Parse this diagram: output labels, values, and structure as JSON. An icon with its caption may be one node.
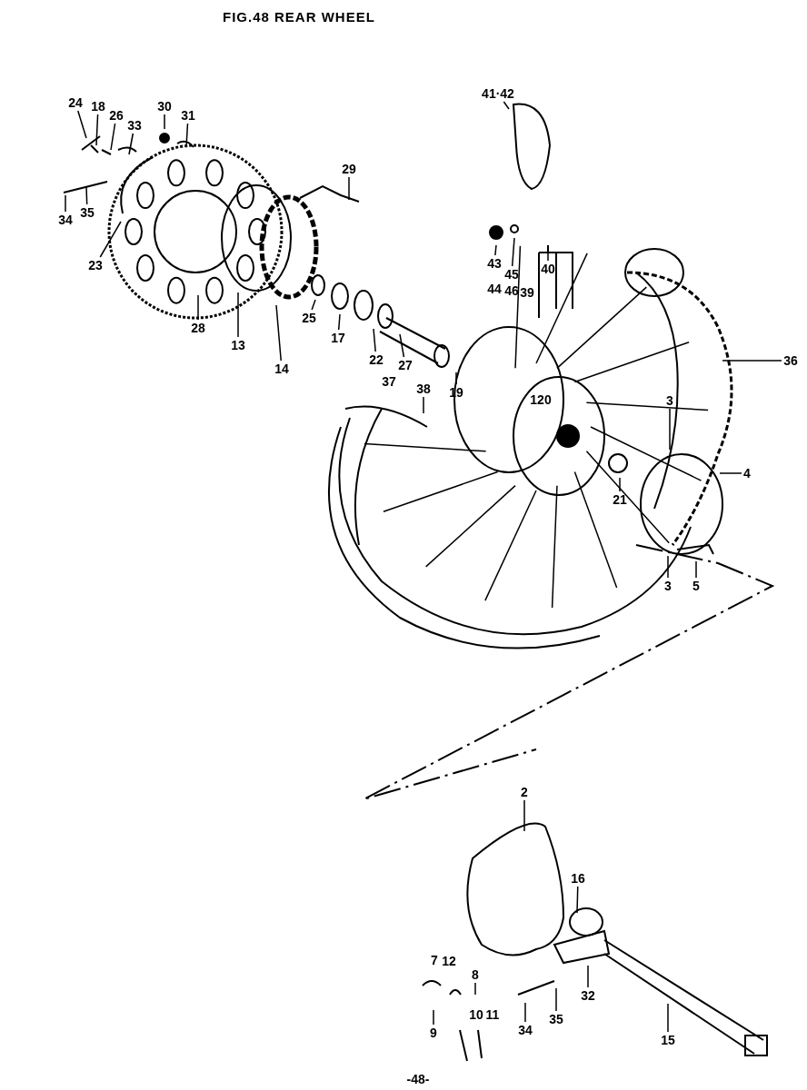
{
  "diagram": {
    "title": "FIG.48 REAR WHEEL",
    "nodes": [
      {
        "text": [
          "24"
        ]
      },
      {
        "text": [
          "18"
        ]
      },
      {
        "text": [
          "26"
        ]
      },
      {
        "text": [
          "33"
        ]
      },
      {
        "text": [
          "30"
        ]
      },
      {
        "text": [
          "31"
        ]
      },
      {
        "text": [
          "29"
        ]
      },
      {
        "text": [
          "34"
        ]
      },
      {
        "text": [
          "35"
        ]
      },
      {
        "text": [
          "23"
        ]
      },
      {
        "text": [
          "28"
        ]
      },
      {
        "text": [
          "13"
        ]
      },
      {
        "text": [
          "14"
        ]
      },
      {
        "text": [
          "25"
        ]
      },
      {
        "text": [
          "17"
        ]
      },
      {
        "text": [
          "22"
        ]
      },
      {
        "text": [
          "27"
        ]
      },
      {
        "text": [
          "19"
        ]
      },
      {
        "text": [
          "37"
        ]
      },
      {
        "text": [
          "38"
        ]
      },
      {
        "text": [
          "41·42"
        ]
      },
      {
        "text": [
          "43"
        ]
      },
      {
        "text": [
          "44"
        ]
      },
      {
        "text": [
          "45"
        ]
      },
      {
        "text": [
          "46"
        ]
      },
      {
        "text": [
          "40"
        ]
      },
      {
        "text": [
          "39"
        ]
      },
      {
        "text": [
          "120"
        ]
      },
      {
        "text": [
          "36"
        ]
      },
      {
        "text": [
          "3"
        ]
      },
      {
        "text": [
          "4"
        ]
      },
      {
        "text": [
          "21"
        ]
      },
      {
        "text": [
          "3"
        ]
      },
      {
        "text": [
          "5"
        ]
      },
      {
        "text": [
          "2"
        ]
      },
      {
        "text": [
          "16"
        ]
      },
      {
        "text": [
          "7"
        ]
      },
      {
        "text": [
          "12"
        ]
      },
      {
        "text": [
          "8"
        ]
      },
      {
        "text": [
          "9"
        ]
      },
      {
        "text": [
          "10"
        ]
      },
      {
        "text": [
          "11"
        ]
      },
      {
        "text": [
          "34"
        ]
      },
      {
        "text": [
          "35"
        ]
      },
      {
        "text": [
          "32"
        ]
      },
      {
        "text": [
          "15"
        ]
      }
    ],
    "edges": [
      {
        "from": 0,
        "to": null,
        "arrow": "none"
      },
      {
        "from": 1,
        "to": null,
        "arrow": "none"
      },
      {
        "from": 2,
        "to": null,
        "arrow": "none"
      },
      {
        "from": 3,
        "to": null,
        "arrow": "none"
      },
      {
        "from": 4,
        "to": null,
        "arrow": "none"
      },
      {
        "from": 5,
        "to": null,
        "arrow": "none"
      },
      {
        "from": 6,
        "to": null,
        "arrow": "none"
      },
      {
        "from": 7,
        "to": null,
        "arrow": "none"
      },
      {
        "from": 8,
        "to": null,
        "arrow": "none"
      },
      {
        "from": 9,
        "to": null,
        "arrow": "none"
      },
      {
        "from": 10,
        "to": null,
        "arrow": "none"
      },
      {
        "from": 11,
        "to": null,
        "arrow": "none"
      },
      {
        "from": 12,
        "to": null,
        "arrow": "none"
      },
      {
        "from": 13,
        "to": null,
        "arrow": "none"
      },
      {
        "from": 14,
        "to": null,
        "arrow": "none"
      },
      {
        "from": 15,
        "to": null,
        "arrow": "none"
      },
      {
        "from": 16,
        "to": null,
        "arrow": "none"
      },
      {
        "from": 17,
        "to": null,
        "arrow": "none"
      },
      {
        "from": 19,
        "to": null,
        "arrow": "none"
      },
      {
        "from": 20,
        "to": null,
        "arrow": "none"
      },
      {
        "from": 21,
        "to": null,
        "arrow": "none"
      },
      {
        "from": 23,
        "to": null,
        "arrow": "none"
      },
      {
        "from": 25,
        "to": null,
        "arrow": "none"
      },
      {
        "from": 28,
        "to": null,
        "arrow": "none"
      },
      {
        "from": 29,
        "to": null,
        "arrow": "none"
      },
      {
        "from": 30,
        "to": null,
        "arrow": "none"
      },
      {
        "from": 31,
        "to": null,
        "arrow": "none"
      },
      {
        "from": 32,
        "to": null,
        "arrow": "none"
      },
      {
        "from": 33,
        "to": null,
        "arrow": "none"
      },
      {
        "from": 34,
        "to": null,
        "arrow": "none"
      },
      {
        "from": 35,
        "to": null,
        "arrow": "none"
      },
      {
        "from": 38,
        "to": null,
        "arrow": "none"
      },
      {
        "from": 39,
        "to": null,
        "arrow": "none"
      },
      {
        "from": 42,
        "to": null,
        "arrow": "none"
      },
      {
        "from": 43,
        "to": null,
        "arrow": "none"
      },
      {
        "from": 44,
        "to": null,
        "arrow": "none"
      },
      {
        "from": 45,
        "to": null,
        "arrow": "none"
      }
    ],
    "labels": [
      "-48-"
    ]
  }
}
